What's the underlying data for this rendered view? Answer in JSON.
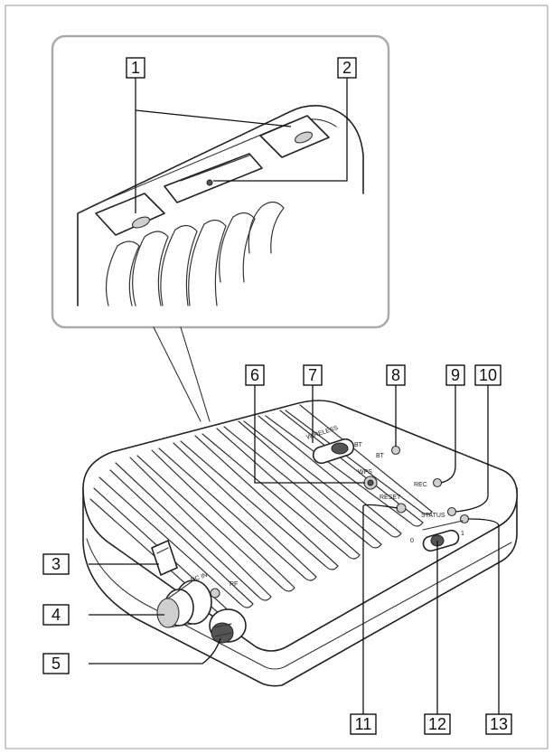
{
  "callouts": {
    "c1": "1",
    "c2": "2",
    "c3": "3",
    "c4": "4",
    "c5": "5",
    "c6": "6",
    "c7": "7",
    "c8": "8",
    "c9": "9",
    "c10": "10",
    "c11": "11",
    "c12": "12",
    "c13": "13"
  },
  "panel_labels": {
    "wireless": "WIRELESS",
    "bt": "BT",
    "wps": "WPS",
    "bt_lamp": "BT",
    "rec": "REC",
    "status": "STATUS",
    "reset": "RESET",
    "power_off": "0",
    "power_on": "1",
    "rf": "RF",
    "dc_in": "DC IN"
  },
  "colors": {
    "line": "#222222",
    "frame": "#bbbbbb",
    "background": "#ffffff"
  }
}
